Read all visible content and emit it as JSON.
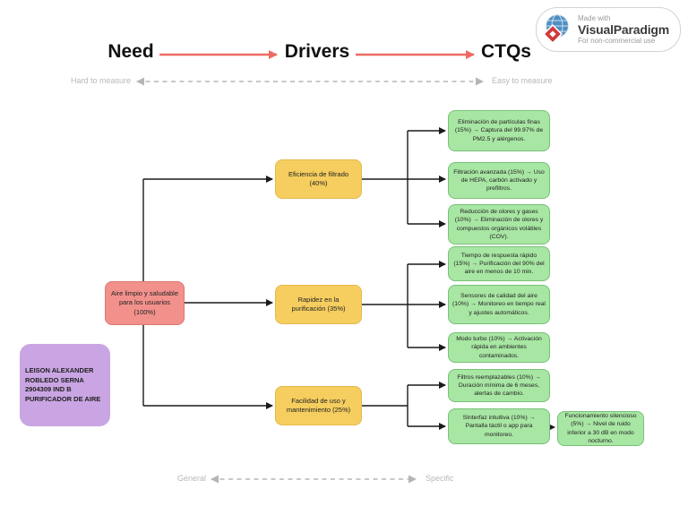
{
  "header": {
    "columns": [
      {
        "label": "Need"
      },
      {
        "label": "Drivers"
      },
      {
        "label": "CTQs"
      }
    ]
  },
  "scales": {
    "top": {
      "left": "Hard to measure",
      "right": "Easy to measure"
    },
    "bottom": {
      "left": "General",
      "right": "Specific"
    }
  },
  "watermark": {
    "line1": "Made with",
    "line2": "VisualParadigm",
    "line3": "For non-commercial use"
  },
  "nodes": {
    "need": {
      "text": "Aire limpio y saludable para los usuarios (100%)"
    },
    "note": {
      "text": "LEISON ALEXANDER ROBLEDO SERNA 2904309 IND B PURIFICADOR DE AIRE"
    },
    "drivers": [
      {
        "text": "Eficiencia de filtrado (40%)"
      },
      {
        "text": "Rapidez en la purificación (35%)"
      },
      {
        "text": "Facilidad de uso y mantenimiento (25%)"
      }
    ],
    "ctqs": [
      {
        "text": "Eliminación de partículas finas (15%) → Captura del 99.97% de PM2.5 y alérgenos."
      },
      {
        "text": "Filtración avanzada (15%) → Uso de HEPA, carbón activado y prefiltros."
      },
      {
        "text": "Reducción de olores y gases (10%) → Eliminación de olores y compuestos orgánicos volátiles (COV)."
      },
      {
        "text": "Tiempo de respuesta rápido (15%) → Purificación del 90% del aire en menos de 10 min."
      },
      {
        "text": "Sensores de calidad del aire (10%) → Monitoreo en tiempo real y ajustes automáticos."
      },
      {
        "text": "Modo turbo (10%) → Activación rápida en ambientes contaminados."
      },
      {
        "text": "Filtros reemplazables (10%) → Duración mínima de 6 meses, alertas de cambio."
      },
      {
        "text": "SInterfaz intuitiva (10%) → Pantalla táctil o app para monitoreo."
      },
      {
        "text": "Funcionamiento silencioso (5%) → Nivel de ruido inferior a 30 dB en modo nocturno."
      }
    ]
  },
  "colors": {
    "need": "#F2918C",
    "driver": "#F6CE5F",
    "ctq": "#A8E6A3",
    "note": "#C9A5E3",
    "header_arrow": "#EE6B63",
    "scale_line": "#BBBBBB",
    "connector": "#1A1A1A"
  }
}
